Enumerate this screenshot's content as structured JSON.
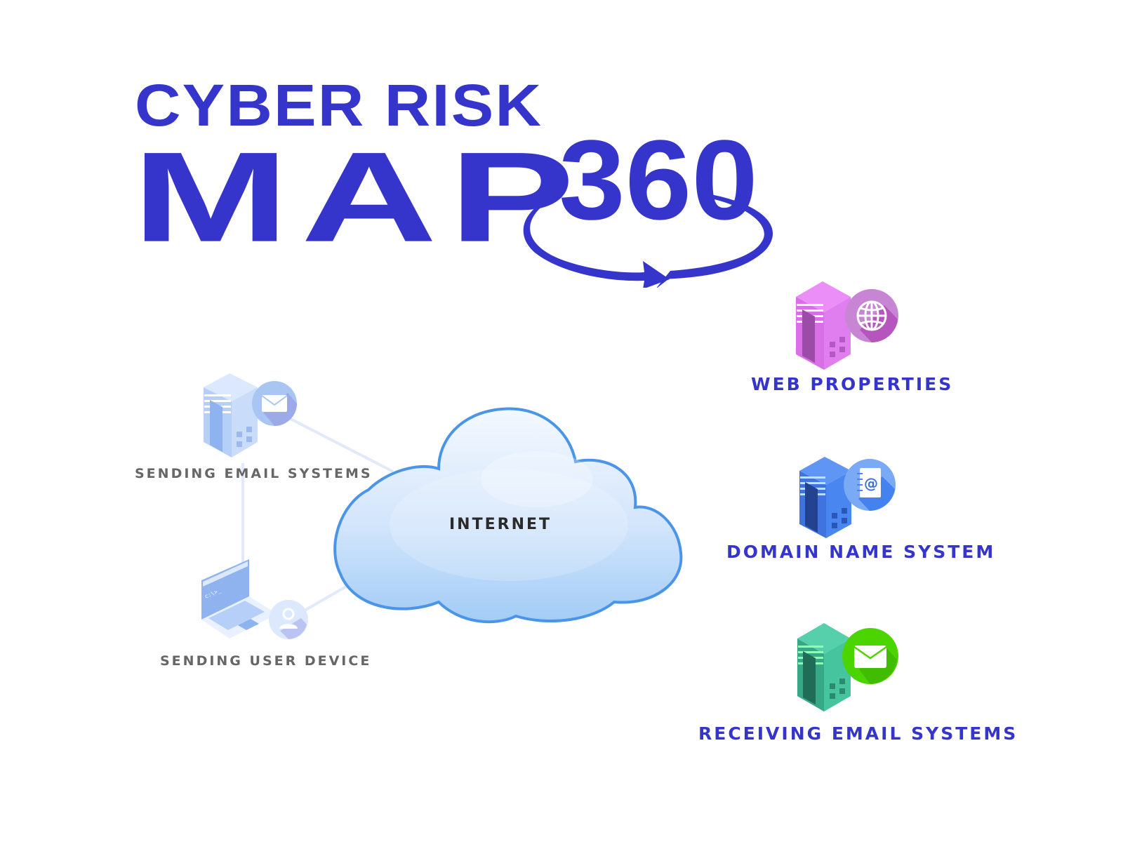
{
  "title": {
    "line1": "CYBER RISK",
    "line2": "MAP",
    "badge": "360"
  },
  "colors": {
    "brand_blue": "#3535cc",
    "label_gray": "#666666",
    "web_properties": "#e07ef0",
    "dns": "#4a86f0",
    "receiving_email": "#45c49e",
    "receiving_email_badge": "#4cd400",
    "sending_light": "#c9dcfa"
  },
  "nodes": {
    "sending_email": {
      "label": "SENDING EMAIL SYSTEMS",
      "icon": "envelope-icon"
    },
    "sending_user": {
      "label": "SENDING USER DEVICE",
      "icon": "user-icon"
    },
    "internet": {
      "label": "INTERNET",
      "icon": "cloud-icon"
    },
    "web_properties": {
      "label": "WEB PROPERTIES",
      "icon": "globe-icon"
    },
    "dns": {
      "label": "DOMAIN NAME SYSTEM",
      "icon": "address-book-icon"
    },
    "receiving_email": {
      "label": "RECEIVING EMAIL SYSTEMS",
      "icon": "envelope-icon"
    }
  },
  "laptop_screen_text": "c:\\>_"
}
